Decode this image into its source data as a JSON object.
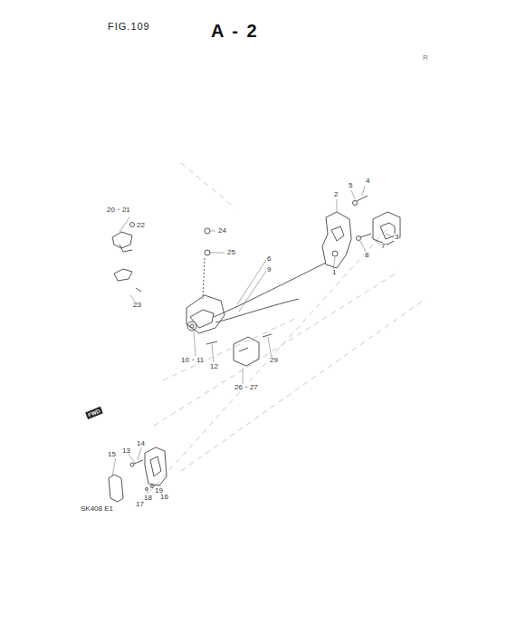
{
  "diagram": {
    "title": "FIG.109",
    "labels": [
      "A - 2",
      "R",
      "20・21",
      "22",
      "24",
      "25",
      "23",
      "4",
      "5",
      "2",
      "3",
      "7",
      "8",
      "1",
      "6",
      "9",
      "10・11",
      "12",
      "26・27",
      "29",
      "FWD",
      "14",
      "15",
      "13",
      "19",
      "18",
      "17",
      "16",
      "SK408 E1"
    ]
  }
}
